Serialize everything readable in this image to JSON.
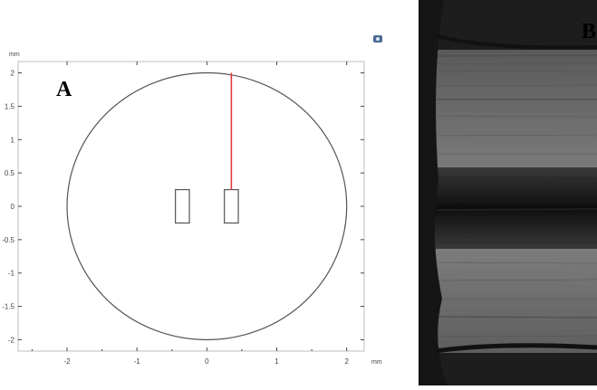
{
  "panels": {
    "a": {
      "letter": "A"
    },
    "b": {
      "letter": "B"
    }
  },
  "plot": {
    "unit_label": "mm",
    "x_ticks": [
      "-2",
      "-1",
      "0",
      "1",
      "2"
    ],
    "y_ticks": [
      "2",
      "1.5",
      "1",
      "0.5",
      "0",
      "-0.5",
      "-1",
      "-1.5",
      "-2"
    ],
    "circle": {
      "center": [
        0,
        0
      ],
      "radius": 2
    },
    "rectangles": [
      {
        "x": [
          -0.45,
          -0.25
        ],
        "y": [
          -0.25,
          0.25
        ]
      },
      {
        "x": [
          0.25,
          0.45
        ],
        "y": [
          -0.25,
          0.25
        ]
      }
    ],
    "red_line": {
      "x": 0.35,
      "y": [
        0.25,
        2.0
      ],
      "color": "#e23b3b"
    },
    "x_range": [
      -2.7,
      2.25
    ],
    "y_range": [
      -2.17,
      2.17
    ]
  },
  "icons": {
    "camera": "camera-icon"
  },
  "colors": {
    "axis": "#444444",
    "shape": "#555555",
    "photo_bg": "#1a1a1a"
  }
}
